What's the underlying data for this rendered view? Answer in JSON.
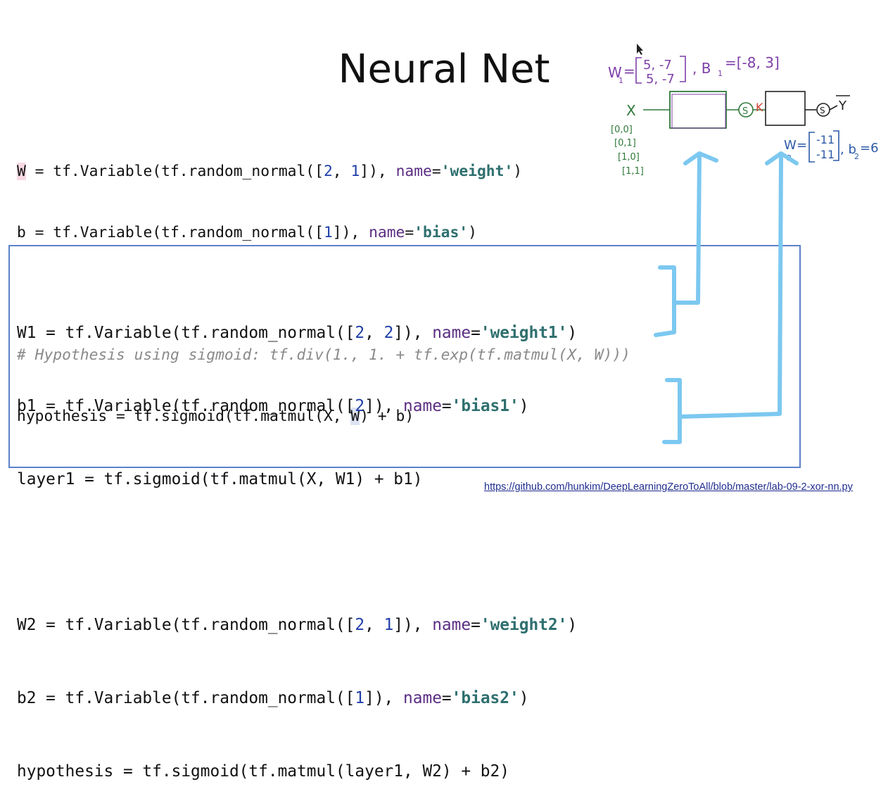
{
  "slide": {
    "title": "Neural Net",
    "link": "https://github.com/hunkim/DeepLearningZeroToAll/blob/master/lab-09-2-xor-nn.py"
  },
  "code_top": {
    "line1": {
      "a": "W",
      "b": " = tf.Variable(tf.random_normal([",
      "n1": "2",
      "c": ", ",
      "n2": "1",
      "d": "]), ",
      "kw": "name",
      "e": "=",
      "s": "'weight'",
      "f": ")"
    },
    "line2": {
      "a": "b = tf.Variable(tf.random_normal([",
      "n1": "1",
      "d": "]), ",
      "kw": "name",
      "e": "=",
      "s": "'bias'",
      "f": ")"
    },
    "comment": "# Hypothesis using sigmoid: tf.div(1., 1. + tf.exp(tf.matmul(X, W)))",
    "line4": {
      "a": "hypothesis = tf.sigmoid(tf.matmul(X, ",
      "w": "W",
      "b": ") + b)"
    }
  },
  "code_box": {
    "l1": {
      "a": "W1 = tf.Variable(tf.random_normal([",
      "n1": "2",
      "c": ", ",
      "n2": "2",
      "d": "]), ",
      "kw": "name",
      "e": "=",
      "s": "'weight1'",
      "f": ")"
    },
    "l2": {
      "a": "b1 = tf.Variable(tf.random_normal([",
      "n1": "2",
      "d": "]), ",
      "kw": "name",
      "e": "=",
      "s": "'bias1'",
      "f": ")"
    },
    "l3": "layer1 = tf.sigmoid(tf.matmul(X, W1) + b1)",
    "l4": {
      "a": "W2 = tf.Variable(tf.random_normal([",
      "n1": "2",
      "c": ", ",
      "n2": "1",
      "d": "]), ",
      "kw": "name",
      "e": "=",
      "s": "'weight2'",
      "f": ")"
    },
    "l5": {
      "a": "b2 = tf.Variable(tf.random_normal([",
      "n1": "1",
      "d": "]), ",
      "kw": "name",
      "e": "=",
      "s": "'bias2'",
      "f": ")"
    },
    "l6": "hypothesis = tf.sigmoid(tf.matmul(layer1, W2) + b2)"
  },
  "handwriting": {
    "w1": "W",
    "w1_sub": "1",
    "w1_eq": "=",
    "w1_row1": "5, -7",
    "w1_row2": "5, -7",
    "b1": ", B",
    "b1_sub": "1",
    "b1_val": "=[-8, 3]",
    "x_label": "X",
    "inputs": [
      "[0,0]",
      "[0,1]",
      "[1,0]",
      "[1,1]"
    ],
    "sigma": "S",
    "k_label": "K",
    "y_label": "Y",
    "w2": "W",
    "w2_sub": "2",
    "w2_eq": "=",
    "w2_row1": "-11",
    "w2_row2": "-11",
    "b2": ", b",
    "b2_sub": "2",
    "b2_val": "=6"
  },
  "colors": {
    "purple_ink": "#7d3fa8",
    "green_ink": "#2f7a3a",
    "blue_ink": "#2d5aa8",
    "red_ink": "#d04030",
    "cyan_marker": "#7cc8f0",
    "box_border": "#5b82c9"
  }
}
